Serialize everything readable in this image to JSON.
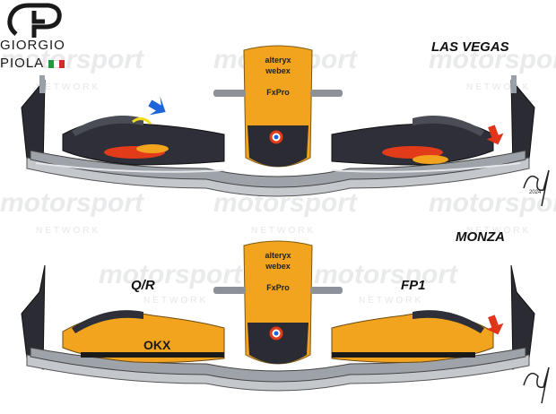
{
  "logo": {
    "line1": "GIORGIO",
    "line2": "PIOLA"
  },
  "labels": {
    "top_title": "LAS VEGAS",
    "bottom_title": "MONZA",
    "left_note": "Q/R",
    "right_note": "FP1"
  },
  "watermark": {
    "brand": "motorsport",
    "network": "NETWORK"
  },
  "sponsors": [
    "alteryx",
    "webex",
    "FxPro"
  ],
  "signature_year": "2024",
  "colors": {
    "papaya": "#f2a41f",
    "carbon": "#2a2b33",
    "silver": "#b9bcc2",
    "blue_arrow": "#1f63d8",
    "red_arrow": "#e0351b",
    "yellow_accent": "#f3dd1a",
    "red_accent": "#e23b1a"
  }
}
